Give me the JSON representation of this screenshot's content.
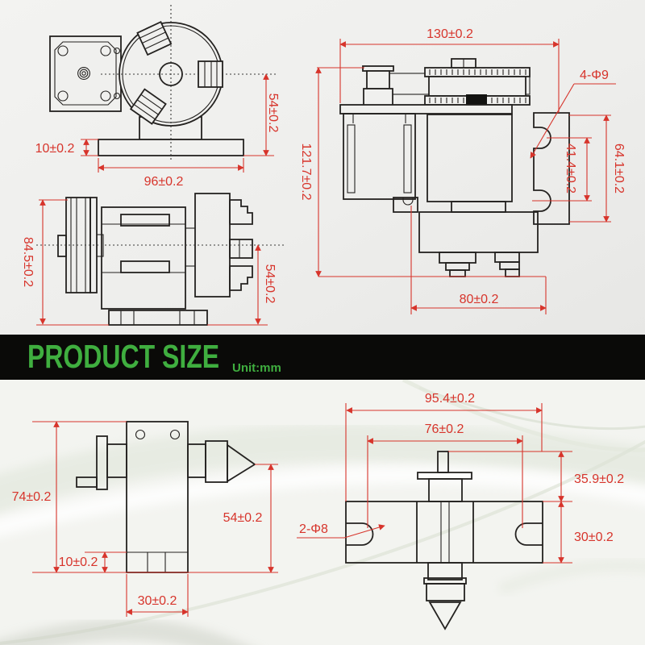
{
  "banner": {
    "title": "PRODUCT SIZE",
    "unit": "Unit:mm",
    "text_color": "#3fae3f",
    "bg_color": "#0a0a08"
  },
  "colors": {
    "dimension_red": "#d7342b",
    "drawing_line": "#242220",
    "top_bg": "#efefed",
    "bottom_bg": "#f3f4f0"
  },
  "views": {
    "front_view": {
      "dims": {
        "center_height": "54±0.2",
        "base_thickness": "10±0.2",
        "base_width": "96±0.2"
      }
    },
    "top_view": {
      "dims": {
        "overall_width": "130±0.2",
        "mount_holes": "4-Φ9",
        "overall_height": "121.7±0.2",
        "slot_spacing": "41.4±0.2",
        "flange_height": "64.1±0.2",
        "body_width": "80±0.2"
      }
    },
    "side_view": {
      "dims": {
        "overall_height": "84.5±0.2",
        "center_height": "54±0.2"
      }
    },
    "tailstock_side_view": {
      "dims": {
        "overall_height": "74±0.2",
        "center_height": "54±0.2",
        "base_thickness": "10±0.2",
        "base_width": "30±0.2"
      }
    },
    "tailstock_top_view": {
      "dims": {
        "overall_width": "95.4±0.2",
        "slot_spacing": "76±0.2",
        "upper_depth": "35.9±0.2",
        "base_depth": "30±0.2",
        "mount_holes": "2-Φ8"
      }
    }
  }
}
